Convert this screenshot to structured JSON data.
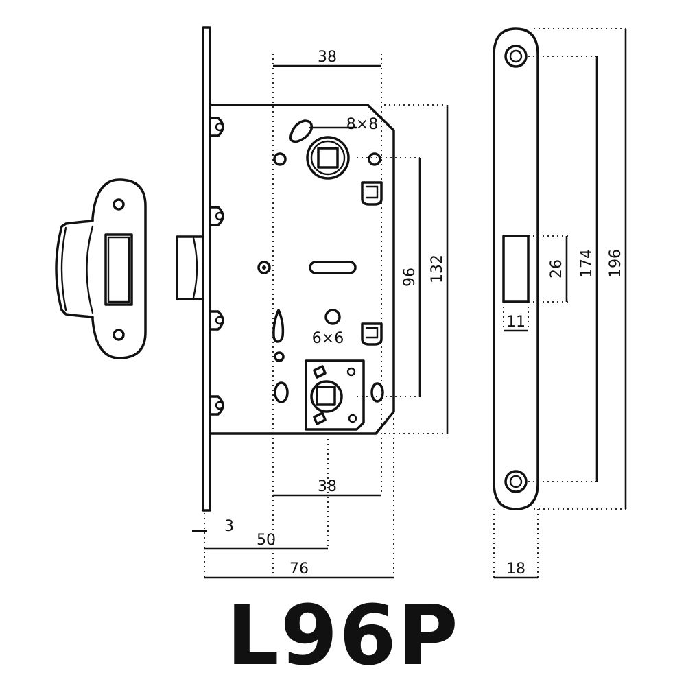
{
  "model": "L96P",
  "dimensions": {
    "backset_top": "38",
    "spindle_square": "8×8",
    "backset_bottom": "38",
    "turn_square": "6×6",
    "faceplate_thickness": "3",
    "center_distance_50": "50",
    "case_depth": "76",
    "handle_to_turn_distance": "96",
    "case_height": "132",
    "faceplate_hole_distance": "174",
    "faceplate_height": "196",
    "strike_opening_height": "26",
    "strike_opening_width": "11",
    "faceplate_width": "18"
  }
}
